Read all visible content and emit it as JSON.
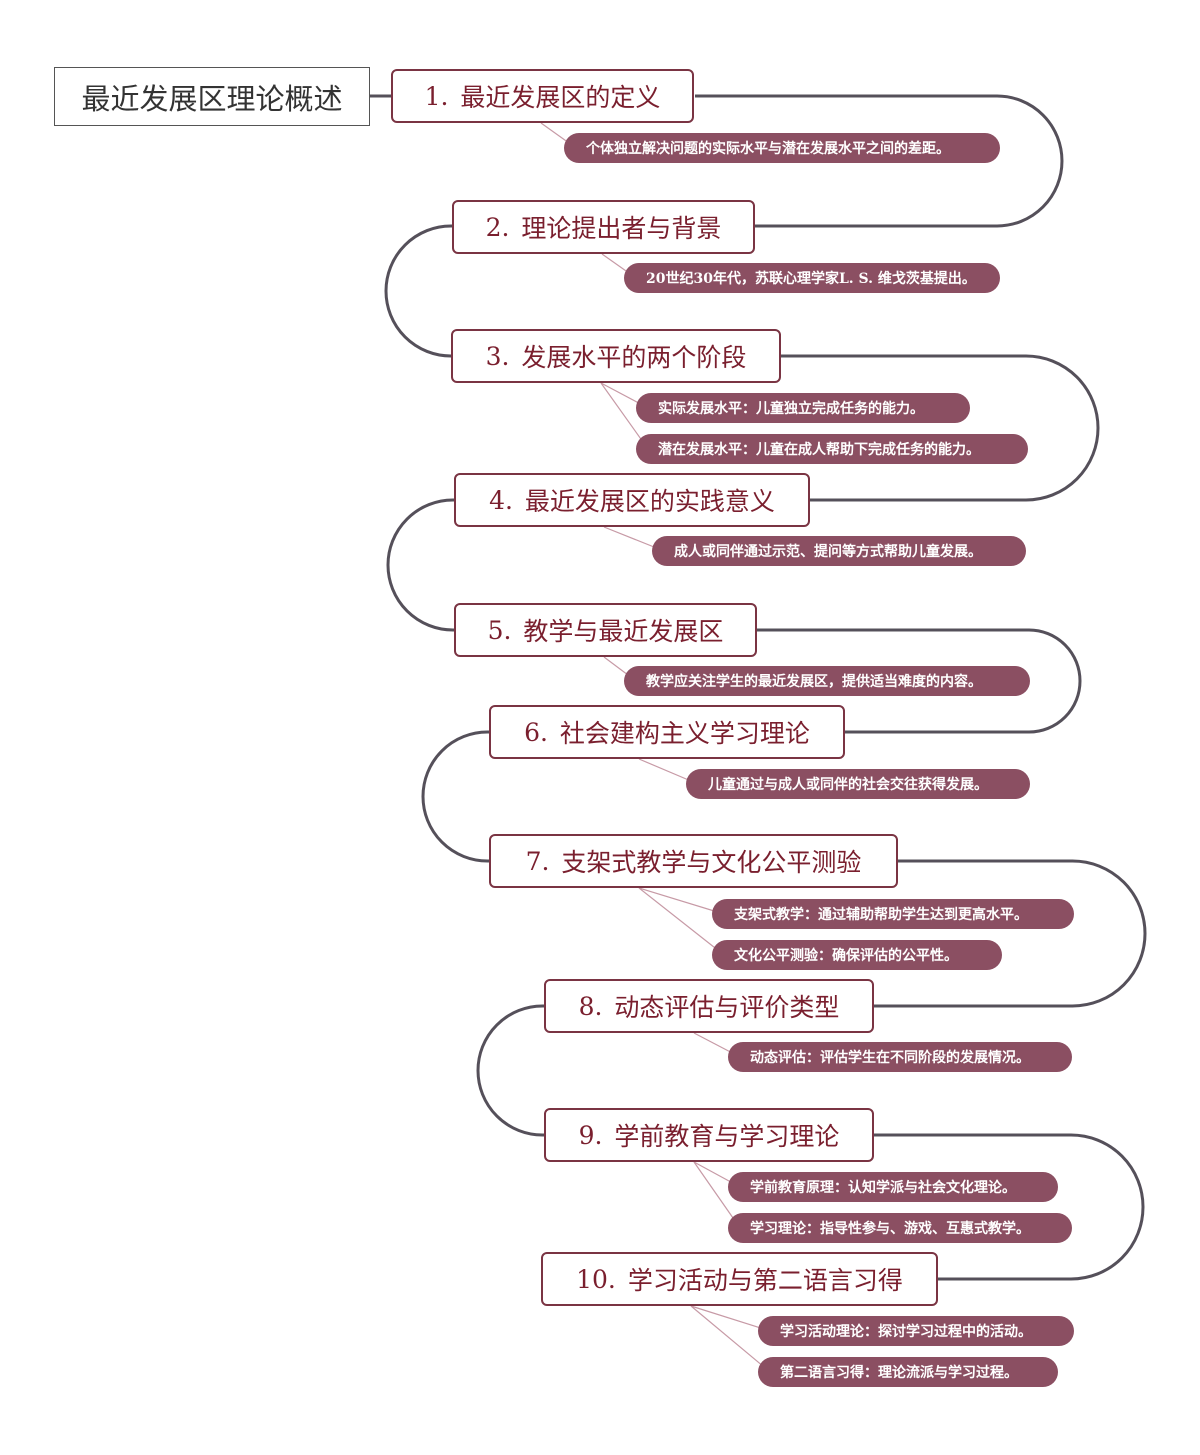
{
  "root": {
    "label": "最近发展区理论概述"
  },
  "topics": [
    {
      "num": "1.",
      "label": "最近发展区的定义",
      "details": [
        "个体独立解决问题的实际水平与潜在发展水平之间的差距。"
      ]
    },
    {
      "num": "2.",
      "label": "理论提出者与背景",
      "details": [
        "20世纪30年代，苏联心理学家L. S. 维戈茨基提出。"
      ]
    },
    {
      "num": "3.",
      "label": "发展水平的两个阶段",
      "details": [
        "实际发展水平：儿童独立完成任务的能力。",
        "潜在发展水平：儿童在成人帮助下完成任务的能力。"
      ]
    },
    {
      "num": "4.",
      "label": "最近发展区的实践意义",
      "details": [
        "成人或同伴通过示范、提问等方式帮助儿童发展。"
      ]
    },
    {
      "num": "5.",
      "label": "教学与最近发展区",
      "details": [
        "教学应关注学生的最近发展区，提供适当难度的内容。"
      ]
    },
    {
      "num": "6.",
      "label": "社会建构主义学习理论",
      "details": [
        "儿童通过与成人或同伴的社会交往获得发展。"
      ]
    },
    {
      "num": "7.",
      "label": "支架式教学与文化公平测验",
      "details": [
        "支架式教学：通过辅助帮助学生达到更高水平。",
        "文化公平测验：确保评估的公平性。"
      ]
    },
    {
      "num": "8.",
      "label": "动态评估与评价类型",
      "details": [
        "动态评估：评估学生在不同阶段的发展情况。"
      ]
    },
    {
      "num": "9.",
      "label": "学前教育与学习理论",
      "details": [
        "学前教育原理：认知学派与社会文化理论。",
        "学习理论：指导性参与、游戏、互惠式教学。"
      ]
    },
    {
      "num": "10.",
      "label": "学习活动与第二语言习得",
      "details": [
        "学习活动理论：探讨学习过程中的活动。",
        "第二语言习得：理论流派与学习过程。"
      ]
    }
  ],
  "colors": {
    "topic_border": "#7a3443",
    "topic_text": "#7a1f2e",
    "leaf_fill": "#8b4f62",
    "connector": "#55505a",
    "leaf_line": "#c79aa6"
  }
}
